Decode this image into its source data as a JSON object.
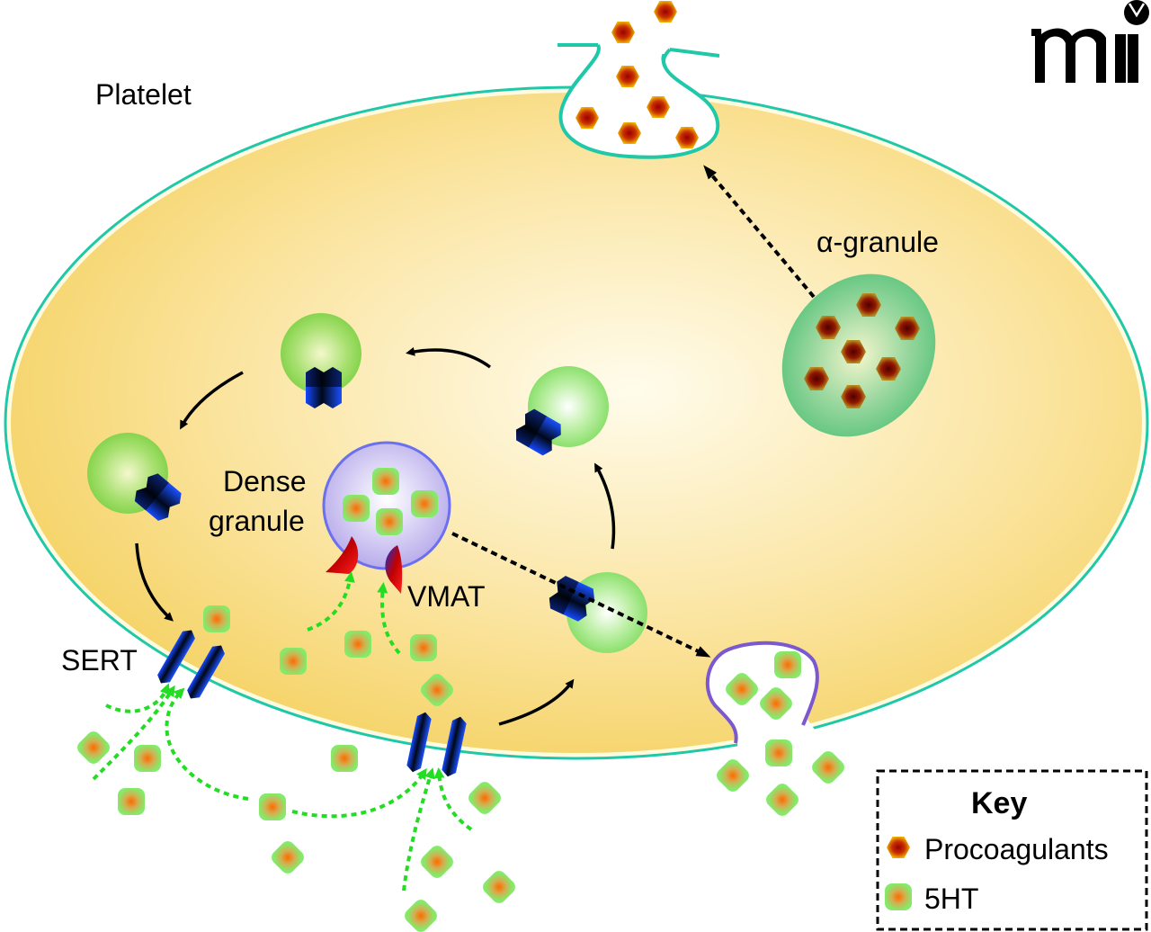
{
  "diagram": {
    "title": "Platelet serotonin (5HT) uptake, storage and granule secretion",
    "labels": {
      "platelet": "Platelet",
      "alpha_granule": "α-granule",
      "dense_granule_line1": "Dense",
      "dense_granule_line2": "granule",
      "vmat": "VMAT",
      "sert": "SERT"
    },
    "key": {
      "title": "Key",
      "items": [
        {
          "label": "Procoagulants",
          "symbol": "procoagulant-hexagon",
          "color": "#b01800"
        },
        {
          "label": "5HT",
          "symbol": "serotonin-square",
          "color": "#7ee86a"
        }
      ]
    },
    "logo": {
      "text": "mi",
      "icon": "journal-logo-icon"
    },
    "colors": {
      "cytoplasm_edge": "#f5d060",
      "cytoplasm_center": "#fffbe8",
      "membrane": "#1ec8a8",
      "dense_granule_membrane": "#6a70f0",
      "dense_granule_fill": "#c8c0f0",
      "alpha_granule_fill": "#6ccc8c",
      "vesicle_fill": "#8cdc50",
      "transporter": "#1040e0",
      "vmat_red": "#c01010",
      "uptake_arrow": "#22dd22",
      "exocytosis_membrane": "#7a58d0"
    }
  }
}
